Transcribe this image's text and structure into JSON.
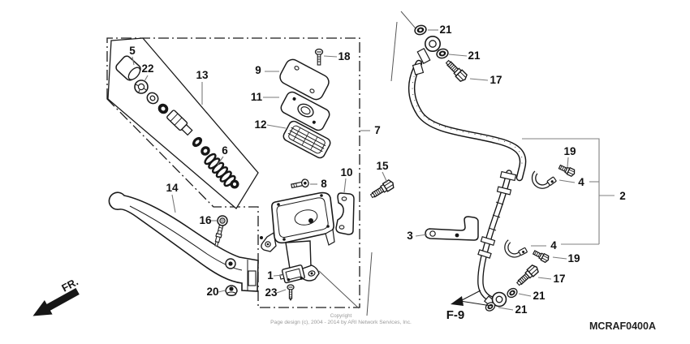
{
  "diagram": {
    "code": "MCRAF0400A",
    "view_ref": "F-9",
    "direction_label": "FR.",
    "copyright_line1": "Copyright",
    "copyright_line2": "Page design (c), 2004 - 2014 by ARI Network Services, Inc.",
    "callouts": [
      {
        "label": "5"
      },
      {
        "label": "22"
      },
      {
        "label": "13"
      },
      {
        "label": "6"
      },
      {
        "label": "9"
      },
      {
        "label": "11"
      },
      {
        "label": "12"
      },
      {
        "label": "18"
      },
      {
        "label": "7"
      },
      {
        "label": "10"
      },
      {
        "label": "8"
      },
      {
        "label": "15"
      },
      {
        "label": "14"
      },
      {
        "label": "16"
      },
      {
        "label": "20"
      },
      {
        "label": "1"
      },
      {
        "label": "23"
      },
      {
        "label": "21"
      },
      {
        "label": "21"
      },
      {
        "label": "17"
      },
      {
        "label": "19"
      },
      {
        "label": "4"
      },
      {
        "label": "2"
      },
      {
        "label": "3"
      },
      {
        "label": "4"
      },
      {
        "label": "19"
      },
      {
        "label": "17"
      },
      {
        "label": "21"
      },
      {
        "label": "21"
      }
    ]
  }
}
